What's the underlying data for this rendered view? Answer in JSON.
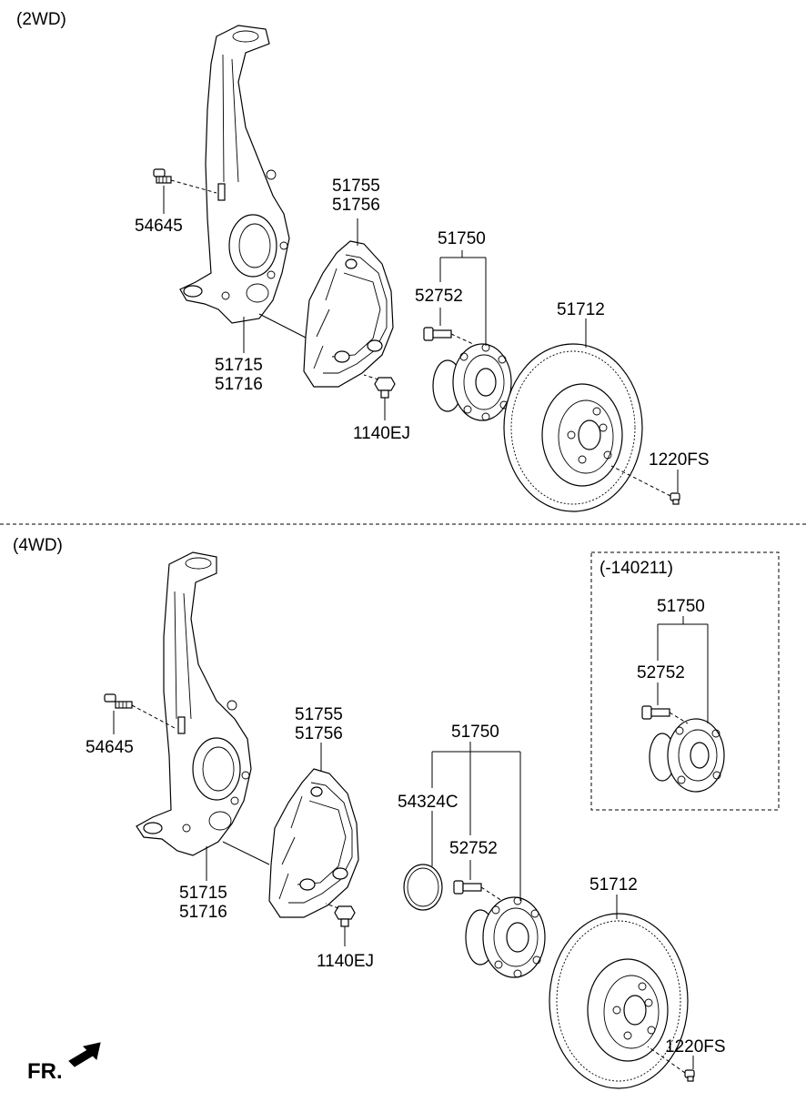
{
  "sections": {
    "top": "(2WD)",
    "bottom": "(4WD)",
    "inset": "(-140211)"
  },
  "labels_2wd": {
    "bolt": "54645",
    "cover_a": "51755",
    "cover_b": "51756",
    "hub": "51750",
    "hub_bolt": "52752",
    "disc": "51712",
    "knuckle_a": "51715",
    "knuckle_b": "51716",
    "cover_bolt": "1140EJ",
    "disc_screw": "1220FS"
  },
  "labels_4wd": {
    "bolt": "54645",
    "cover_a": "51755",
    "cover_b": "51756",
    "hub": "51750",
    "snap_ring": "54324C",
    "hub_bolt": "52752",
    "disc": "51712",
    "knuckle_a": "51715",
    "knuckle_b": "51716",
    "cover_bolt": "1140EJ",
    "disc_screw": "1220FS"
  },
  "labels_inset": {
    "hub": "51750",
    "hub_bolt": "52752"
  },
  "front_indicator": "FR."
}
